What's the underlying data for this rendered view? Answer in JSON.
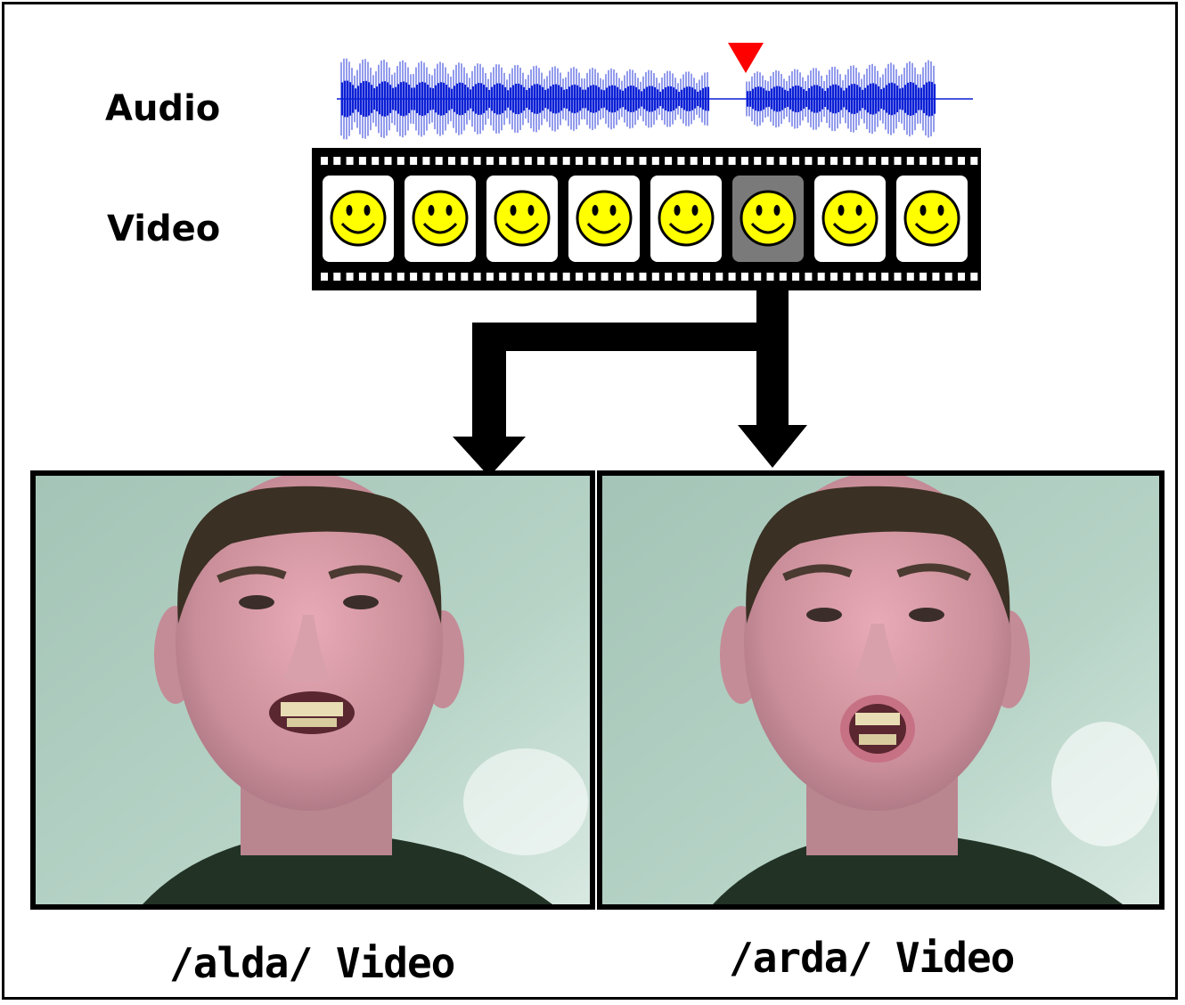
{
  "labels": {
    "audio": "Audio",
    "video": "Video"
  },
  "captions": {
    "left": "/alda/ Video",
    "right": "/arda/ Video"
  },
  "filmstrip": {
    "frame_count": 8,
    "highlighted_frame": 6,
    "icon": "smiley-face-icon"
  },
  "audio_marker": {
    "icon": "red-triangle-marker-icon",
    "color": "#ff0000"
  },
  "colors": {
    "waveform": "#0a1fd6",
    "smiley_fill": "#ffff00",
    "highlight_frame": "#7a7a7a",
    "photo_background": "#a9c9bc"
  }
}
